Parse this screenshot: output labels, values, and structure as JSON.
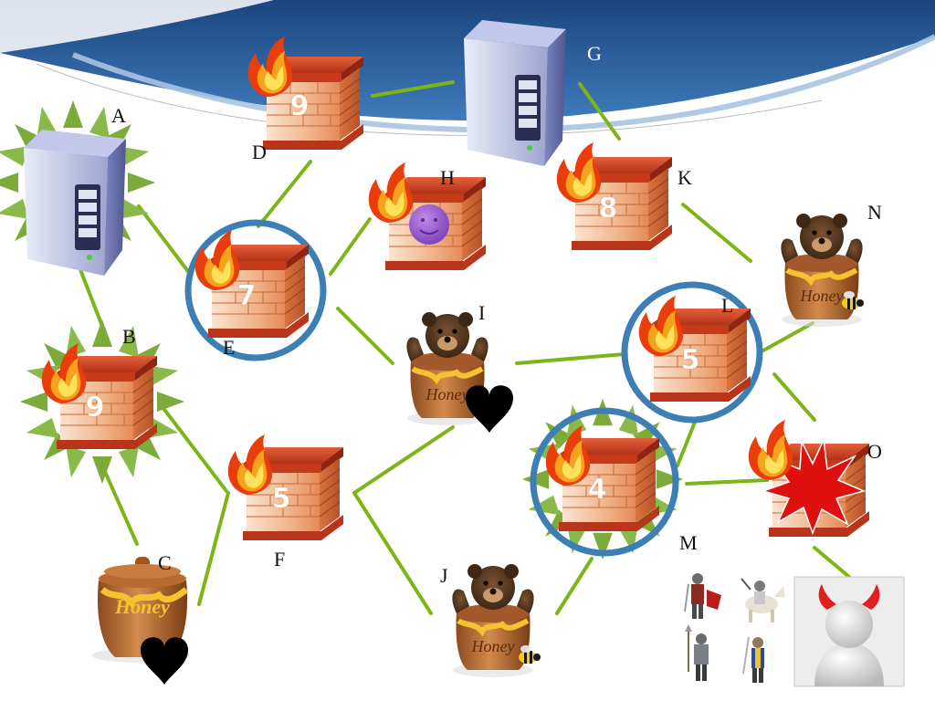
{
  "diagram": {
    "nodes": [
      {
        "id": "A",
        "label": "A",
        "kind": "server",
        "state": "highlighted",
        "icon": "server-icon"
      },
      {
        "id": "B",
        "label": "B",
        "kind": "firewall",
        "value": "9",
        "on_fire": true,
        "state": "highlighted",
        "icon": "firewall-icon"
      },
      {
        "id": "C",
        "label": "C",
        "kind": "honeypot",
        "marker": "heart",
        "icon": "honey-pot-icon"
      },
      {
        "id": "D",
        "label": "D",
        "kind": "firewall",
        "value": "9",
        "on_fire": true,
        "icon": "firewall-icon"
      },
      {
        "id": "E",
        "label": "E",
        "kind": "firewall",
        "value": "7",
        "on_fire": true,
        "state": "circled",
        "icon": "firewall-icon"
      },
      {
        "id": "F",
        "label": "F",
        "kind": "firewall",
        "value": "5",
        "on_fire": true,
        "icon": "firewall-icon"
      },
      {
        "id": "G",
        "label": "G",
        "kind": "server",
        "icon": "server-icon"
      },
      {
        "id": "H",
        "label": "H",
        "kind": "firewall",
        "on_fire": true,
        "marker": "smiley",
        "icon": "firewall-icon"
      },
      {
        "id": "I",
        "label": "I",
        "kind": "honeypot-bear",
        "marker": "heart",
        "icon": "teddy-bear-honey-pot-icon"
      },
      {
        "id": "J",
        "label": "J",
        "kind": "honeypot-bear",
        "marker": "bee",
        "icon": "teddy-bear-honey-pot-icon"
      },
      {
        "id": "K",
        "label": "K",
        "kind": "firewall",
        "value": "8",
        "on_fire": true,
        "icon": "firewall-icon"
      },
      {
        "id": "L",
        "label": "L",
        "kind": "firewall",
        "value": "5",
        "on_fire": true,
        "state": "circled",
        "icon": "firewall-icon"
      },
      {
        "id": "M",
        "label": "M",
        "kind": "firewall",
        "value": "4",
        "on_fire": true,
        "state": "circled-highlighted",
        "icon": "firewall-icon"
      },
      {
        "id": "N",
        "label": "N",
        "kind": "honeypot-bear",
        "marker": "bee",
        "icon": "teddy-bear-honey-pot-icon"
      },
      {
        "id": "O",
        "label": "O",
        "kind": "firewall",
        "on_fire": true,
        "marker": "explosion",
        "icon": "firewall-icon"
      }
    ],
    "edges": [
      [
        "D",
        "G"
      ],
      [
        "G",
        "K"
      ],
      [
        "A",
        "B"
      ],
      [
        "A",
        "E"
      ],
      [
        "B",
        "C"
      ],
      [
        "B",
        "F"
      ],
      [
        "C",
        "F"
      ],
      [
        "D",
        "E"
      ],
      [
        "E",
        "H"
      ],
      [
        "E",
        "I"
      ],
      [
        "F",
        "I"
      ],
      [
        "F",
        "J"
      ],
      [
        "I",
        "L"
      ],
      [
        "J",
        "M"
      ],
      [
        "K",
        "N"
      ],
      [
        "N",
        "L"
      ],
      [
        "L",
        "M"
      ],
      [
        "L",
        "O"
      ],
      [
        "M",
        "O"
      ],
      [
        "O",
        "attacker"
      ]
    ],
    "attacker": {
      "icon": "devil-avatar-icon",
      "minions": [
        "knight-icon",
        "knight-on-horse-icon",
        "soldier-icon",
        "guard-icon"
      ]
    },
    "colors": {
      "edge": "#7cb518",
      "highlight": "#7cab3a",
      "circle": "#3d7fb4",
      "brick_light": "#f0b48a",
      "brick_dark": "#c0401a",
      "roof": "#c23a1a",
      "header_dark": "#1f4e8a",
      "header_light": "#6da0cf"
    }
  }
}
